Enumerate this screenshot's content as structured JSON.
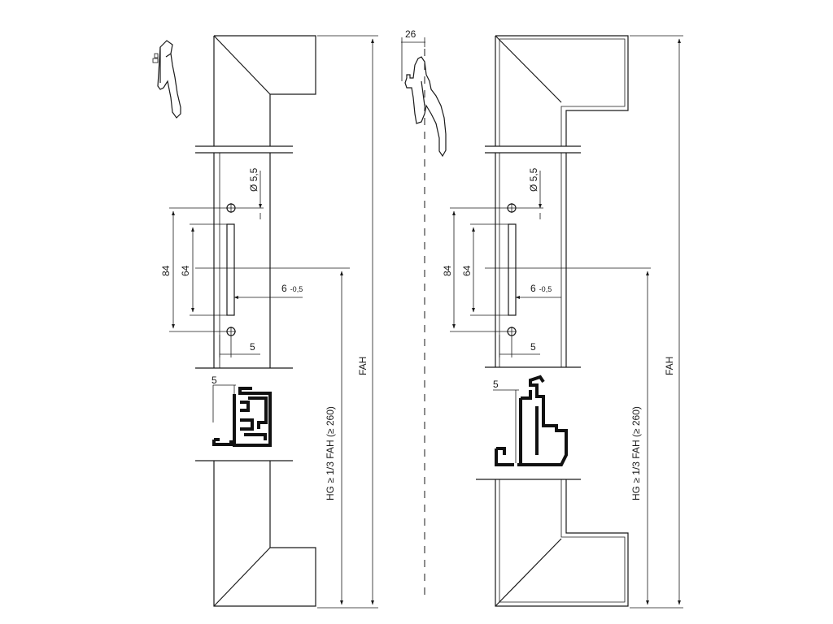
{
  "colors": {
    "line": "#1a1a1a",
    "background": "#ffffff"
  },
  "left": {
    "dia": "Ø 5,5",
    "dim84": "84",
    "dim64": "64",
    "tol_main": "6",
    "tol_sub": "-0,5",
    "dim5_a": "5",
    "dim5_b": "5",
    "hg": "HG ≥ 1/3 FAH (≥ 260)",
    "fah": "FAH"
  },
  "right": {
    "dim26": "26",
    "dia": "Ø 5,5",
    "dim84": "84",
    "dim64": "64",
    "tol_main": "6",
    "tol_sub": "-0,5",
    "dim5_a": "5",
    "dim5_b": "5",
    "hg": "HG ≥ 1/3 FAH (≥ 260)",
    "fah": "FAH"
  }
}
